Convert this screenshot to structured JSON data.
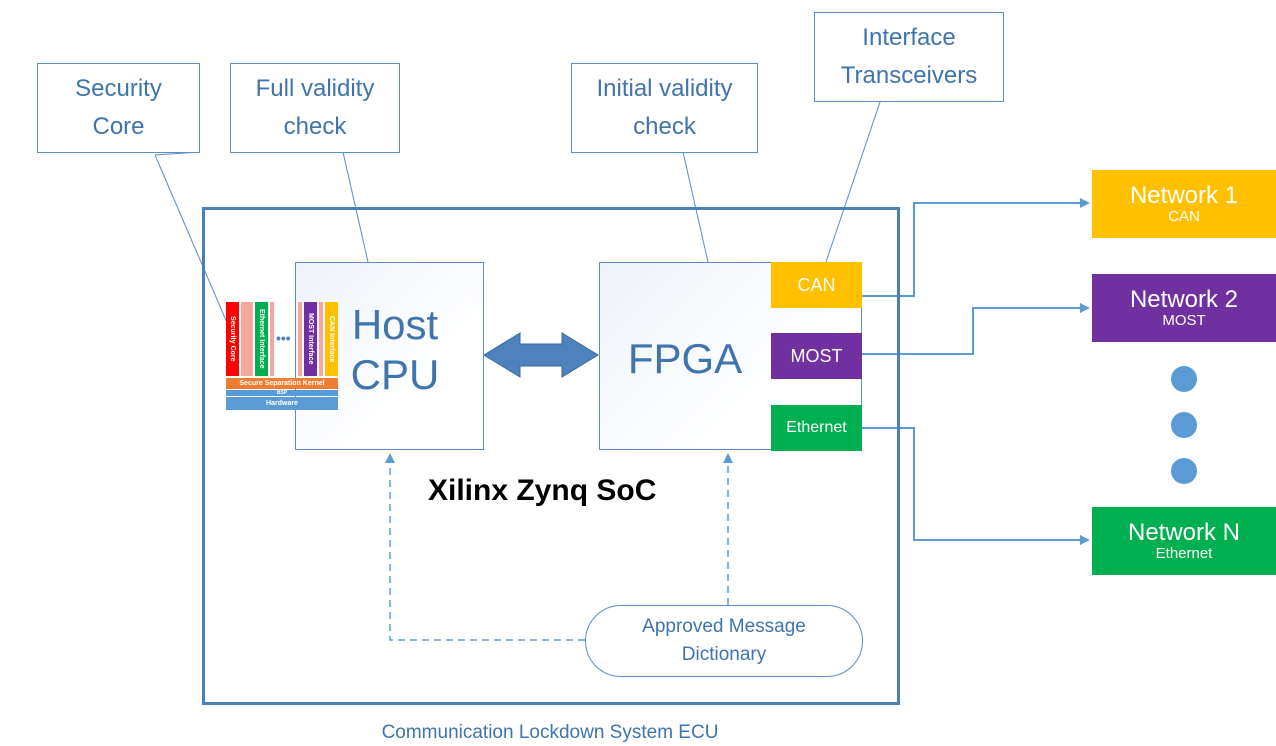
{
  "callouts": {
    "security_core": "Security Core",
    "full_validity": "Full validity check",
    "initial_validity": "Initial validity check",
    "interface_transceivers": "Interface Transceivers"
  },
  "host_cpu": {
    "label": "Host CPU",
    "stack": {
      "columns": [
        "Security Core",
        "Ethernet Interface",
        "MOST Interface",
        "CAN Interface"
      ],
      "ellipsis": "•••",
      "kernel": "Secure Separation Kernel",
      "bsp": "BSP",
      "hardware": "Hardware"
    }
  },
  "fpga": {
    "label": "FPGA"
  },
  "interfaces": [
    {
      "label": "CAN",
      "color": "#ffc000"
    },
    {
      "label": "MOST",
      "color": "#7030a0"
    },
    {
      "label": "Ethernet",
      "color": "#00b050"
    }
  ],
  "soc_title": "Xilinx Zynq SoC",
  "dictionary": "Approved Message Dictionary",
  "networks": [
    {
      "name": "Network 1",
      "type": "CAN",
      "color": "#ffc000"
    },
    {
      "name": "Network 2",
      "type": "MOST",
      "color": "#7030a0"
    },
    {
      "name": "Network N",
      "type": "Ethernet",
      "color": "#00b050"
    }
  ],
  "footer": "Communication Lockdown System ECU",
  "colors": {
    "line": "#5b9bd5",
    "border": "#4a7fb8",
    "text": "#3f74ad"
  }
}
